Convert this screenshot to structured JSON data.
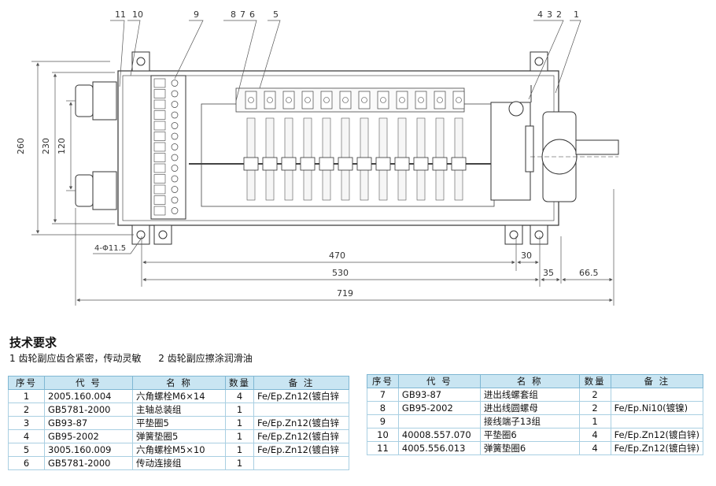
{
  "drawing": {
    "callouts": [
      "11",
      "10",
      "9",
      "8",
      "7",
      "6",
      "5",
      "4",
      "3",
      "2",
      "1"
    ],
    "dimensions": {
      "height_overall": "260",
      "height_mid": "230",
      "height_inner": "120",
      "holes": "4-Φ11.5",
      "len_470": "470",
      "len_30": "30",
      "len_530": "530",
      "len_35": "35",
      "len_665": "66.5",
      "len_719": "719"
    }
  },
  "requirements": {
    "title": "技术要求",
    "items": [
      "1 齿轮副应齿合紧密，传动灵敏",
      "2 齿轮副应擦涂润滑油"
    ]
  },
  "parts_table": {
    "headers": [
      "序号",
      "代 号",
      "名 称",
      "数量",
      "备 注"
    ],
    "left_rows": [
      [
        "1",
        "2005.160.004",
        "六角螺栓M6×14",
        "4",
        "Fe/Ep.Zn12(镀白锌"
      ],
      [
        "2",
        "GB5781-2000",
        "主轴总装组",
        "1",
        ""
      ],
      [
        "3",
        "GB93-87",
        "平垫圈5",
        "1",
        "Fe/Ep.Zn12(镀白锌"
      ],
      [
        "4",
        "GB95-2002",
        "弹簧垫圈5",
        "1",
        "Fe/Ep.Zn12(镀白锌"
      ],
      [
        "5",
        "3005.160.009",
        "六角螺栓M5×10",
        "1",
        "Fe/Ep.Zn12(镀白锌"
      ],
      [
        "6",
        "GB5781-2000",
        "传动连接组",
        "1",
        ""
      ]
    ],
    "right_rows": [
      [
        "7",
        "GB93-87",
        "进出线螺套组",
        "2",
        ""
      ],
      [
        "8",
        "GB95-2002",
        "进出线圆螺母",
        "2",
        "Fe/Ep.Ni10(镀镍)"
      ],
      [
        "9",
        "",
        "接线端子13组",
        "1",
        ""
      ],
      [
        "10",
        "40008.557.070",
        "平垫圈6",
        "4",
        "Fe/Ep.Zn12(镀白锌)"
      ],
      [
        "11",
        "4005.556.013",
        "弹簧垫圈6",
        "4",
        "Fe/Ep.Zn12(镀白锌)"
      ]
    ]
  }
}
